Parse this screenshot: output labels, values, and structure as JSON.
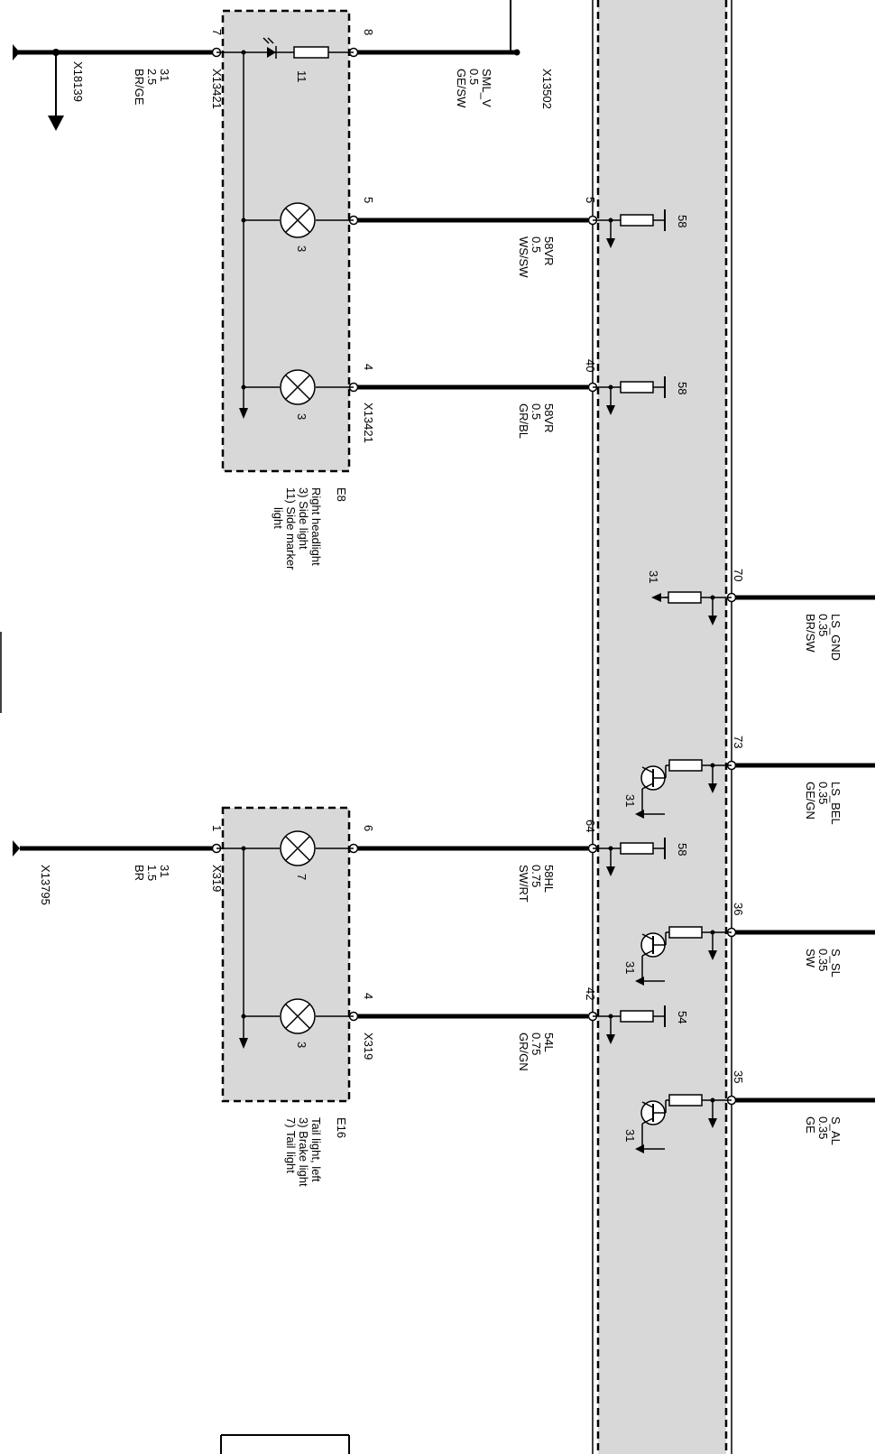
{
  "diagram": {
    "connectors": {
      "x18139": "X18139",
      "x13421_top": "X13421",
      "x13421_bottom": "X13421",
      "x13502": "X13502",
      "x319_top": "X319",
      "x319_bottom": "X319",
      "x13795": "X13795"
    },
    "pins": {
      "p7": "7",
      "p8": "8",
      "p5a": "5",
      "p5b": "5",
      "p4a": "4",
      "p40": "40",
      "p70": "70",
      "p73": "73",
      "p1": "1",
      "p6": "6",
      "p64": "64",
      "p36": "36",
      "p4b": "4",
      "p42": "42",
      "p35": "35"
    },
    "wires": {
      "ground_top": [
        "31",
        "2.5",
        "BR/GE"
      ],
      "sml_v": [
        "SML_V",
        "0.5",
        "GE/SW"
      ],
      "w58vr_a": [
        "58VR",
        "0.5",
        "WS/SW"
      ],
      "w58vr_b": [
        "58VR",
        "0.5",
        "GR/BL"
      ],
      "ls_gnd": [
        "LS_GND",
        "0.35",
        "BR/SW"
      ],
      "ls_bel": [
        "LS_BEL",
        "0.35",
        "GE/GN"
      ],
      "ground_bot": [
        "31",
        "1.5",
        "BR"
      ],
      "w58hl": [
        "58HL",
        "0.75",
        "SW/RT"
      ],
      "s_sl": [
        "S_SL",
        "0.35",
        "SW"
      ],
      "w54l": [
        "54L",
        "0.75",
        "GR/GN"
      ],
      "s_al": [
        "S_AL",
        "0.35",
        "GE"
      ]
    },
    "bulb_numbers": {
      "b11": "11",
      "b3a": "3",
      "b3b": "3",
      "b7": "7",
      "b3c": "3"
    },
    "terminal_labels": {
      "t58a": "58",
      "t58b": "58",
      "t31a": "31",
      "t31b": "31",
      "t58c": "58",
      "t31c": "31",
      "t54": "54",
      "t31d": "31"
    },
    "components": {
      "e8": {
        "id": "E8",
        "lines": [
          "Right headlight",
          "3) Side light",
          "11) Side marker",
          "light"
        ]
      },
      "e16": {
        "id": "E16",
        "lines": [
          "Tail light, left",
          "3) Brake light",
          "7) Tail light"
        ]
      }
    }
  },
  "colors": {
    "module_fill": "#d8d8d8",
    "wire": "#000000"
  }
}
